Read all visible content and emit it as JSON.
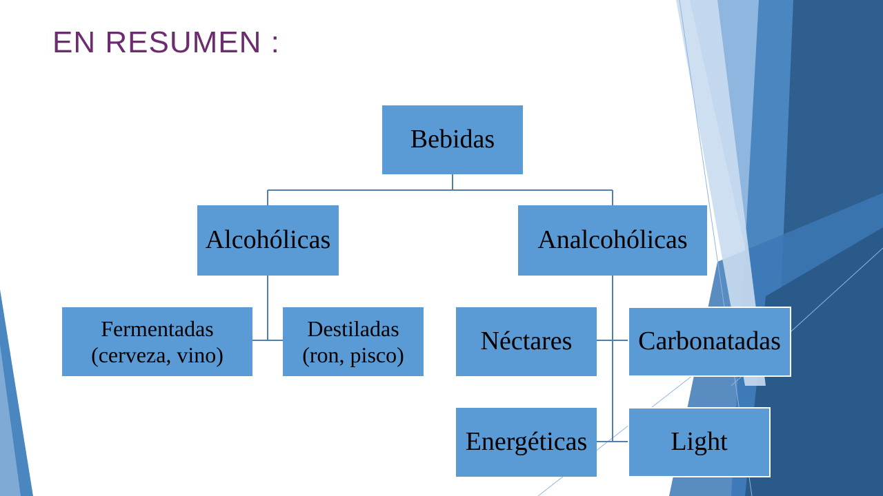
{
  "slide": {
    "title": "EN RESUMEN :"
  },
  "diagram": {
    "root": "Bebidas",
    "alcoholicas": {
      "label": "Alcohólicas",
      "children": [
        "Fermentadas (cerveza, vino)",
        "Destiladas (ron, pisco)"
      ]
    },
    "analcoholicas": {
      "label": "Analcohólicas",
      "children": [
        "Néctares",
        "Carbonatadas",
        "Energéticas",
        "Light"
      ]
    }
  },
  "colors": {
    "title": "#6B2D6E",
    "node_fill": "#5B9BD5",
    "connector": "#4F7FAE",
    "deco_dark": "#2F5F8F",
    "deco_mid": "#4A86C0",
    "deco_light": "#8FB6DE"
  }
}
